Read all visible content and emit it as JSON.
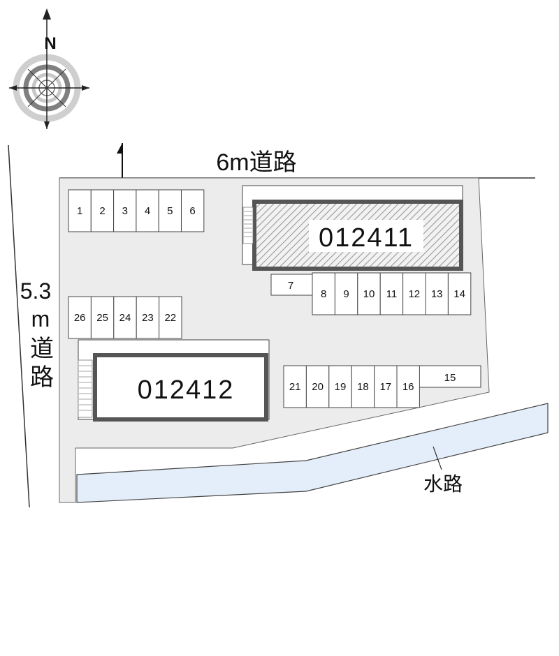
{
  "compass": {
    "label": "N"
  },
  "roads": {
    "north_road": "6m道路",
    "west_road": [
      "5.3",
      "m",
      "道",
      "路"
    ],
    "waterway": "水路"
  },
  "buildings": [
    {
      "id": "building-012411",
      "label": "012411",
      "hatched": true
    },
    {
      "id": "building-012412",
      "label": "012412",
      "hatched": false
    }
  ],
  "parking": {
    "top_left": [
      "1",
      "2",
      "3",
      "4",
      "5",
      "6"
    ],
    "left_middle": [
      "26",
      "25",
      "24",
      "23",
      "22"
    ],
    "right_upper_wide": "7",
    "right_upper": [
      "8",
      "9",
      "10",
      "11",
      "12",
      "13",
      "14"
    ],
    "right_lower_wide": "15",
    "right_lower": [
      "21",
      "20",
      "19",
      "18",
      "17",
      "16"
    ]
  },
  "colors": {
    "lot_fill": "#ececec",
    "waterway_fill": "#e4eefa",
    "building_frame": "#555555",
    "hatch": "#9a9a9a"
  }
}
